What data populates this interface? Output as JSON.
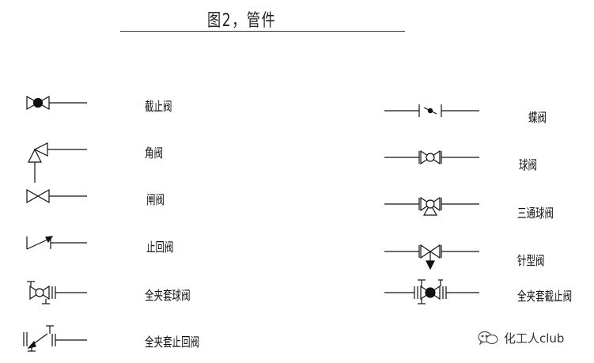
{
  "title": "图2，管件",
  "left_column": [
    {
      "symbol": "globe-valve-icon",
      "label": "截止阀"
    },
    {
      "symbol": "angle-valve-icon",
      "label": "角阀"
    },
    {
      "symbol": "gate-valve-icon",
      "label": "闸阀"
    },
    {
      "symbol": "check-valve-icon",
      "label": "止回阀"
    },
    {
      "symbol": "jacketed-ball-valve-icon",
      "label": "全夹套球阀"
    },
    {
      "symbol": "jacketed-check-valve-icon",
      "label": "全夹套止回阀"
    }
  ],
  "right_column": [
    {
      "symbol": "butterfly-valve-icon",
      "label": "蝶阀"
    },
    {
      "symbol": "ball-valve-icon",
      "label": "球阀"
    },
    {
      "symbol": "three-way-ball-valve-icon",
      "label": "三通球阀"
    },
    {
      "symbol": "needle-valve-icon",
      "label": "针型阀"
    },
    {
      "symbol": "jacketed-globe-valve-icon",
      "label": "全夹套截止阀"
    }
  ],
  "watermark": {
    "icon": "wechat-icon",
    "text": "化工人club"
  },
  "colors": {
    "line": "#111111",
    "background": "#ffffff"
  }
}
